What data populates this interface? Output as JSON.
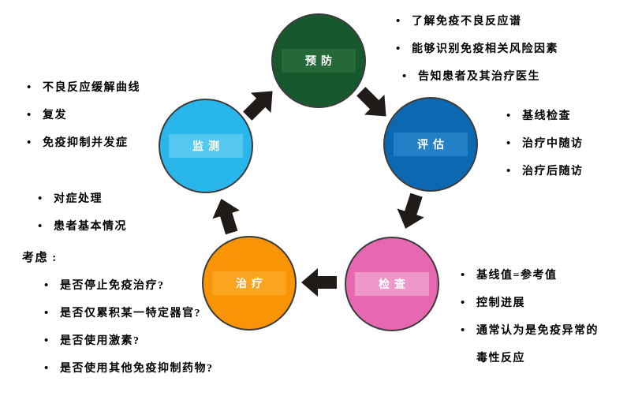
{
  "diagram": {
    "title_hint": "immune adverse event management cycle",
    "arrow_color": "#201B18",
    "nodes": [
      {
        "id": "prevention",
        "label": "预防",
        "color": "#17592D",
        "label_bg": "#266939"
      },
      {
        "id": "assessment",
        "label": "评估",
        "color": "#0D68B2",
        "label_bg": "#2180C6"
      },
      {
        "id": "examination",
        "label": "检查",
        "color": "#E668B0",
        "label_bg": "#EE97C9"
      },
      {
        "id": "treatment",
        "label": "治疗",
        "color": "#F89406",
        "label_bg": "#FBA41F"
      },
      {
        "id": "monitoring",
        "label": "监测",
        "color": "#29B7EB",
        "label_bg": "#55C8F1"
      }
    ],
    "lists": {
      "prevention": {
        "items": [
          "了解免疫不良反应谱",
          "能够识别免疫相关风险因素",
          "告知患者及其治疗医生"
        ]
      },
      "assessment": {
        "items": [
          "基线检查",
          "治疗中随访",
          "治疗后随访"
        ]
      },
      "examination": {
        "items": [
          "基线值=参考值",
          "控制进展",
          "通常认为是免疫异常的毒性反应"
        ]
      },
      "monitoring": {
        "items": [
          "不良反应缓解曲线",
          "复发",
          "免疫抑制并发症"
        ]
      },
      "monitoring_extra": {
        "items": [
          "对症处理",
          "患者基本情况"
        ]
      },
      "treatment": {
        "header": "考虑 :",
        "items": [
          "是否停止免疫治疗?",
          "是否仅累积某一特定器官?",
          "是否使用激素?",
          "是否使用其他免疫抑制药物?"
        ]
      }
    }
  }
}
